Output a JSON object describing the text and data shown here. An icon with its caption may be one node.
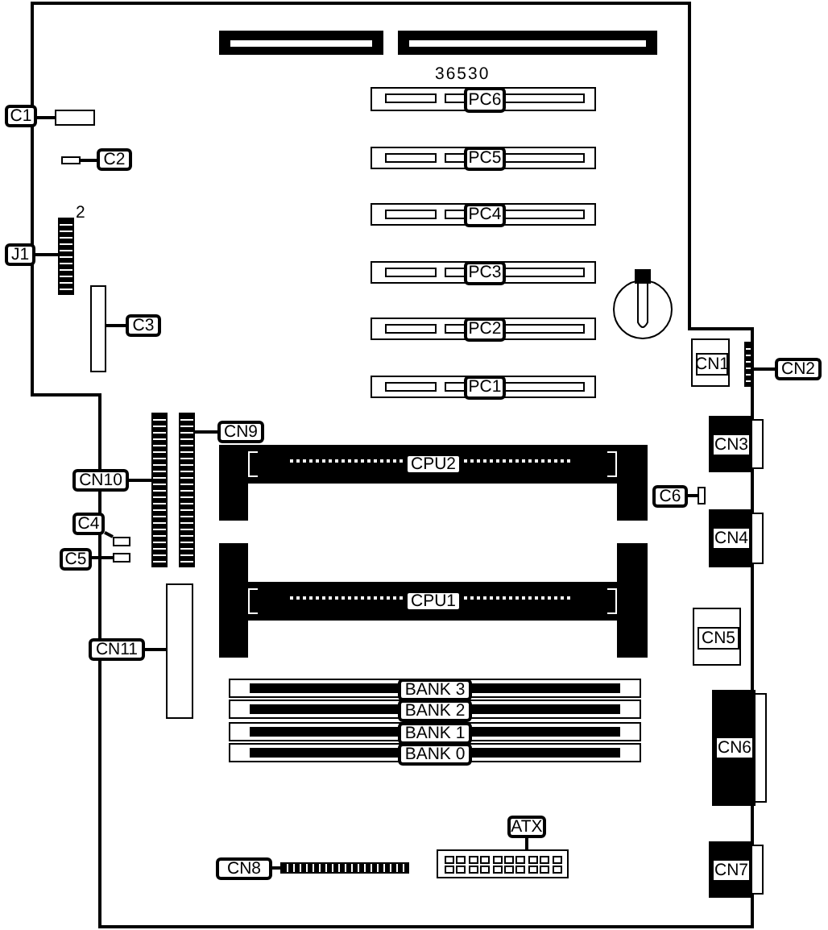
{
  "diagram": {
    "nodes": [
      {
        "text": [
          "C1"
        ]
      },
      {
        "text": [],
        "shape": "box"
      },
      {
        "text": [
          "PC6"
        ]
      },
      {
        "text": [],
        "shape": "box"
      },
      {
        "text": [
          "C2"
        ]
      },
      {
        "text": [
          "PC5"
        ]
      },
      {
        "text": [
          "PC4"
        ]
      },
      {
        "text": [
          "J1"
        ]
      },
      {
        "text": [],
        "shape": "bar"
      },
      {
        "text": [
          "PC3"
        ]
      },
      {
        "text": [],
        "shape": "box"
      },
      {
        "text": [
          "C3"
        ]
      },
      {
        "text": [
          "PC2"
        ]
      },
      {
        "text": [
          "PC1"
        ]
      },
      {
        "text": [
          "CN1"
        ]
      },
      {
        "text": [],
        "shape": "bar"
      },
      {
        "text": [
          "CN2"
        ]
      },
      {
        "text": [
          "CN9"
        ]
      },
      {
        "text": [],
        "shape": "bar"
      },
      {
        "text": [
          "CPU2"
        ]
      },
      {
        "text": [
          "CN10"
        ]
      },
      {
        "text": [],
        "shape": "bar"
      },
      {
        "text": [
          "C6"
        ]
      },
      {
        "text": [],
        "shape": "box"
      },
      {
        "text": [
          "CN3"
        ]
      },
      {
        "text": [
          "C4"
        ]
      },
      {
        "text": [],
        "shape": "box"
      },
      {
        "text": [
          "C5"
        ]
      },
      {
        "text": [],
        "shape": "box"
      },
      {
        "text": [
          "CN4"
        ]
      },
      {
        "text": [
          "CPU1"
        ]
      },
      {
        "text": [
          "CN11"
        ]
      },
      {
        "text": [],
        "shape": "box"
      },
      {
        "text": [
          "CN5"
        ]
      },
      {
        "text": [
          "BANK 3"
        ]
      },
      {
        "text": [
          "BANK 2"
        ]
      },
      {
        "text": [
          "BANK 1"
        ]
      },
      {
        "text": [
          "BANK 0"
        ]
      },
      {
        "text": [
          "CN6"
        ]
      },
      {
        "text": [
          "ATX"
        ]
      },
      {
        "text": [],
        "shape": "box"
      },
      {
        "text": [
          "CN8"
        ]
      },
      {
        "text": [],
        "shape": "bar"
      },
      {
        "text": [
          "CN7"
        ]
      }
    ],
    "edges": [
      {
        "from": 0,
        "to": 1,
        "arrow": "none"
      },
      {
        "from": 4,
        "to": 3,
        "arrow": "none"
      },
      {
        "from": 7,
        "to": 8,
        "arrow": "none"
      },
      {
        "from": 11,
        "to": 10,
        "arrow": "none"
      },
      {
        "from": 16,
        "to": 15,
        "arrow": "none"
      },
      {
        "from": 17,
        "to": 18,
        "arrow": "none"
      },
      {
        "from": 20,
        "to": 21,
        "arrow": "none"
      },
      {
        "from": 22,
        "to": 23,
        "arrow": "none"
      },
      {
        "from": 25,
        "to": 26,
        "arrow": "none"
      },
      {
        "from": 27,
        "to": 28,
        "arrow": "none"
      },
      {
        "from": 31,
        "to": 32,
        "arrow": "none"
      },
      {
        "from": 39,
        "to": 40,
        "arrow": "none"
      },
      {
        "from": 41,
        "to": 42,
        "arrow": "none"
      }
    ],
    "labels": [
      "36530",
      "2"
    ]
  }
}
